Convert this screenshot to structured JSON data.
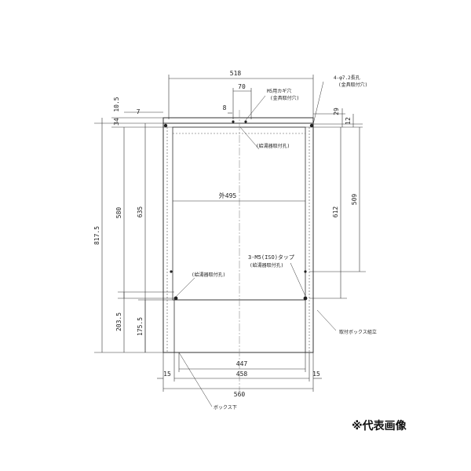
{
  "drawing": {
    "dims": {
      "top_width": "518",
      "gap_70": "70",
      "gap_8": "8",
      "right_29": "29",
      "right_12": "12",
      "left_34": "34",
      "left_10_5": "10.5",
      "left_7": "7",
      "height_817_5": "817.5",
      "height_580": "580",
      "height_635": "635",
      "height_203_5": "203.5",
      "height_175_5": "175.5",
      "right_612": "612",
      "right_509": "509",
      "outer_495": "外495",
      "bottom_447": "447",
      "bottom_458": "458",
      "bottom_560": "560",
      "bottom_15_left": "15",
      "bottom_15_right": "15"
    },
    "notes": {
      "m5_hole": "M5用カギ穴",
      "fixture_hole_top": "(金具取付穴)",
      "fixture_hole_right_a": "4-φ7.2長孔",
      "fixture_hole_right_b": "(金具取付穴)",
      "water_heater_top": "(給湯器取付孔)",
      "water_heater_left": "(給湯器取付孔)",
      "tap_label": "3-M5(ISO)タップ",
      "water_heater_right": "(給湯器取付孔)",
      "mount_box": "取付ボックス組立",
      "box_lower": "ボックス下"
    }
  },
  "caption": "※代表画像"
}
